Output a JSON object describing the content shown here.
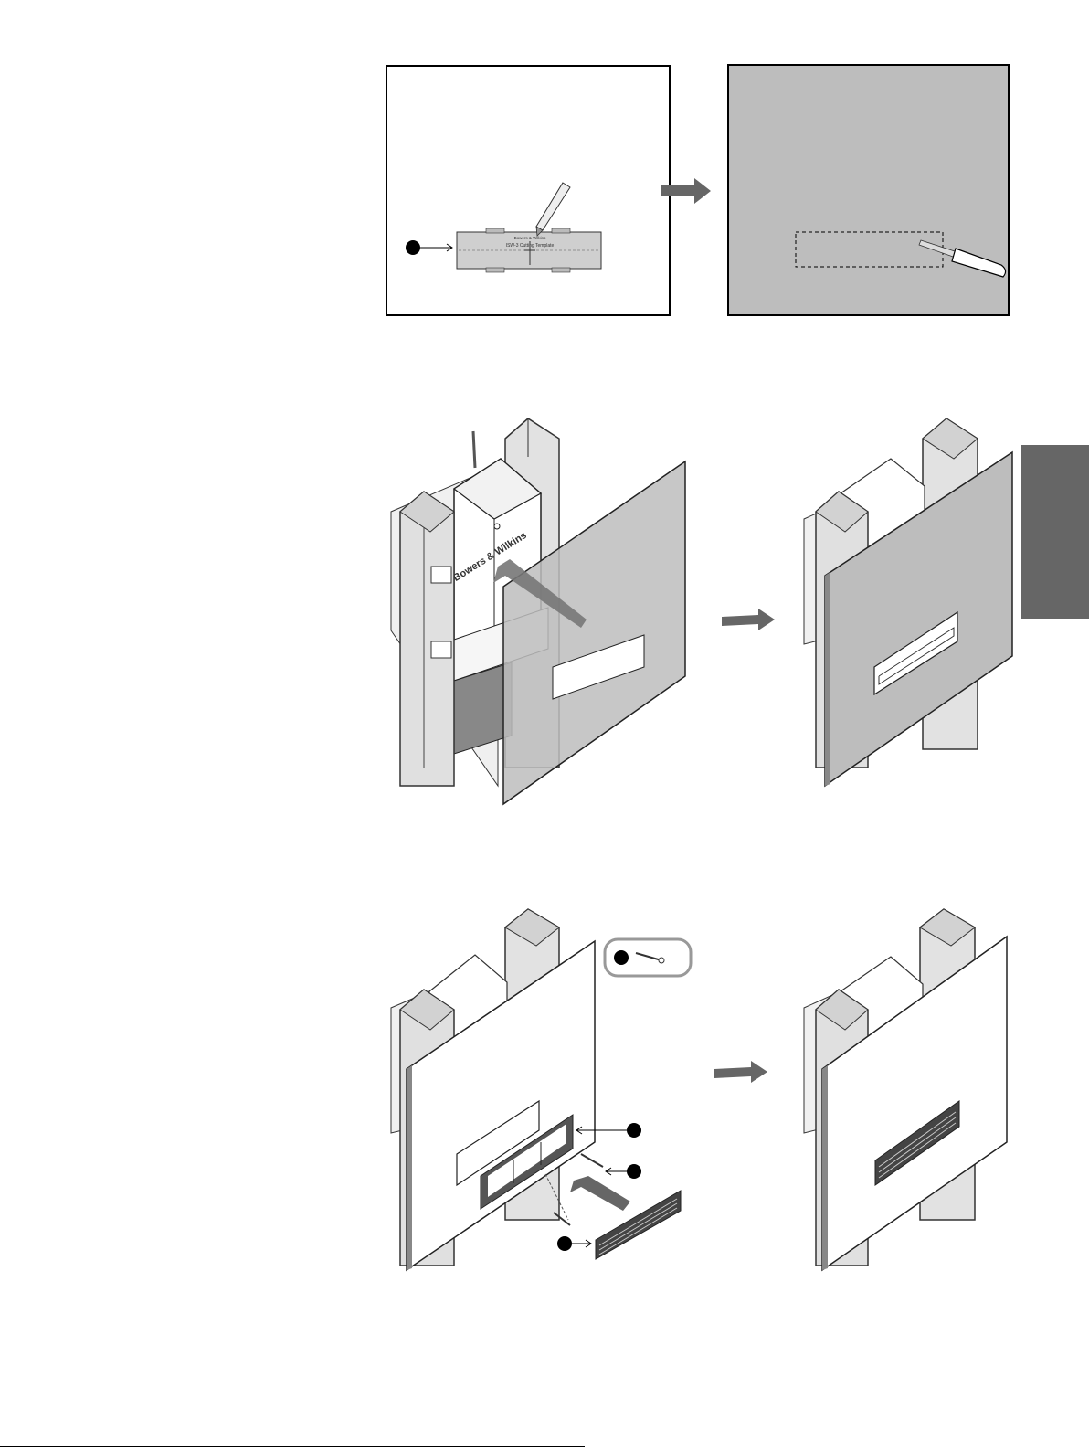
{
  "template": {
    "brand": "Bowers & Wilkins",
    "title": "ISW-3 Cutting Template"
  },
  "speaker_brand": "Bowers & Wilkins",
  "colors": {
    "board": "#bdbdbd",
    "panel": "#c6c6c6",
    "side_tab": "#666666",
    "arrow": "#666666",
    "line": "#000000"
  }
}
